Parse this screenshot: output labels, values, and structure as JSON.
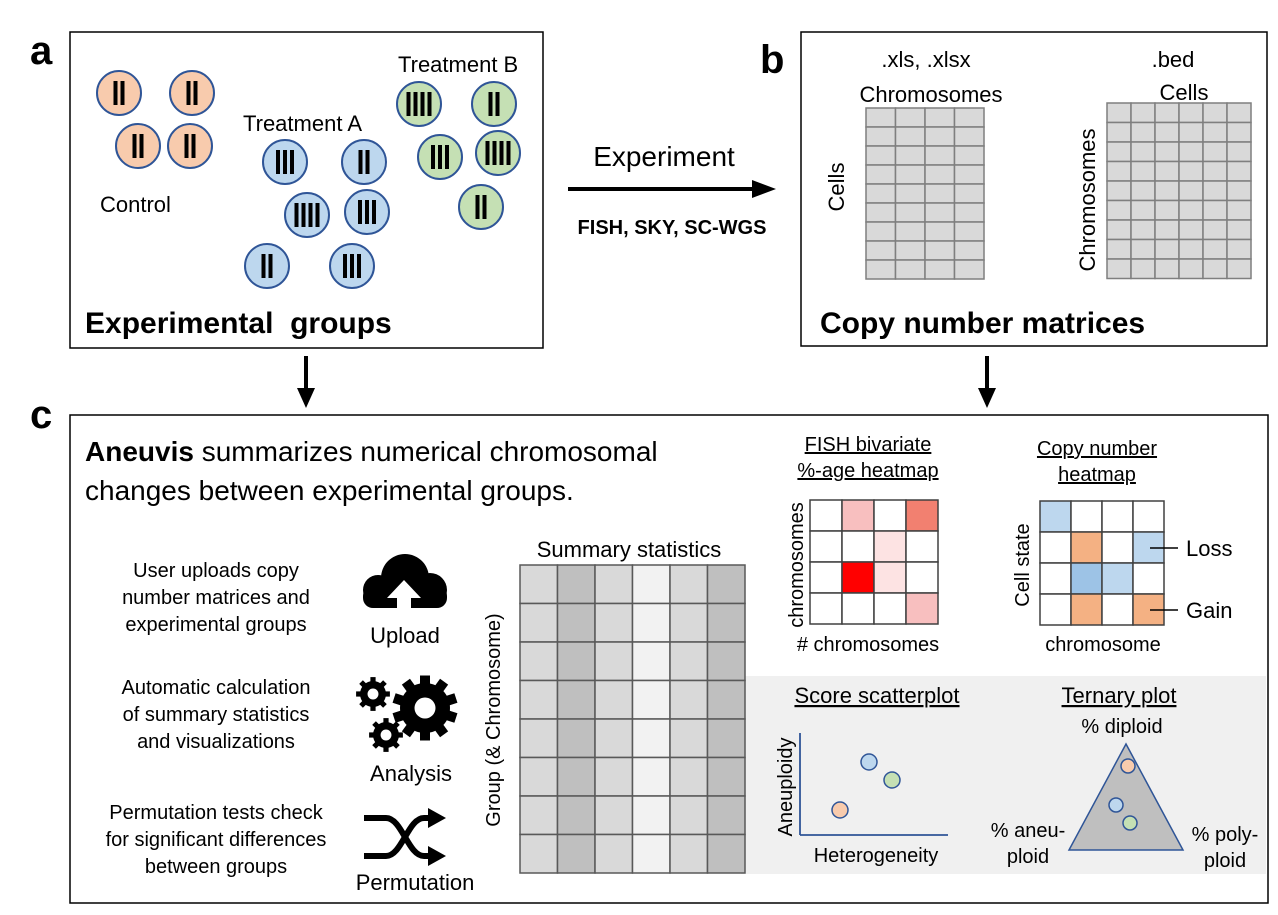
{
  "panels": {
    "a": {
      "letter": "a",
      "title": "Experimental  groups",
      "control": "Control",
      "treatment_a": "Treatment A",
      "treatment_b": "Treatment B"
    },
    "b": {
      "letter": "b",
      "title": "Copy number matrices",
      "left_format": ".xls, .xlsx",
      "left_col_label": "Chromosomes",
      "left_row_label": "Cells",
      "right_format": ".bed",
      "right_col_label": "Cells",
      "right_row_label": "Chromosomes"
    },
    "arrow": {
      "label": "Experiment",
      "methods": "FISH, SKY, SC-WGS"
    },
    "c": {
      "letter": "c",
      "headline_bold": "Aneuvis",
      "headline_line1": " summarizes numerical chromosomal",
      "headline_line2": "changes between experimental groups.",
      "steps": [
        {
          "lines": [
            "User uploads copy",
            "number matrices and",
            "experimental groups"
          ],
          "icon_label": "Upload"
        },
        {
          "lines": [
            "Automatic calculation",
            "of summary statistics",
            "and visualizations"
          ],
          "icon_label": "Analysis"
        },
        {
          "lines": [
            "Permutation tests check",
            "for significant differences",
            "between groups"
          ],
          "icon_label": "Permutation"
        }
      ],
      "summary": {
        "title": "Summary statistics",
        "ylabel": "Group (& Chromosome)"
      },
      "fish_heatmap": {
        "title_line1": "FISH bivariate",
        "title_line2": "%-age heatmap",
        "ylabel": "chromosomes",
        "xlabel": "# chromosomes"
      },
      "cn_heatmap": {
        "title_line1": "Copy number",
        "title_line2": "heatmap",
        "ylabel": "Cell state",
        "xlabel": "chromosome",
        "loss_label": "Loss",
        "gain_label": "Gain"
      },
      "scatter": {
        "title": "Score scatterplot",
        "xlabel": "Heterogeneity",
        "ylabel": "Aneuploidy"
      },
      "ternary": {
        "title": "Ternary plot",
        "top": "% diploid",
        "left_line1": "% aneu-",
        "left_line2": "ploid",
        "right_line1": "% poly-",
        "right_line2": "ploid"
      }
    }
  },
  "colors": {
    "control": "#f8cbad",
    "treatment_a": "#bdd7ee",
    "treatment_b": "#c5e0b4",
    "gain": "#f4b183",
    "loss": "#bdd7ee",
    "gray_panel": "#f0f0f0"
  }
}
